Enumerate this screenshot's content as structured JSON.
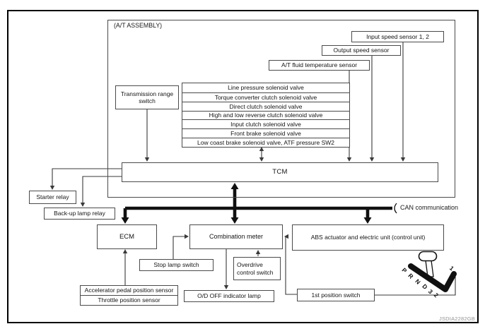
{
  "figure": {
    "code": "JSDIA2282GB"
  },
  "assembly": {
    "label": "(A/T ASSEMBLY)",
    "input_speed_sensor": "Input speed sensor 1, 2",
    "output_speed_sensor": "Output speed sensor",
    "fluid_temp_sensor": "A/T fluid temperature sensor",
    "range_switch": "Transmission range switch",
    "solenoids": [
      "Line pressure solenoid valve",
      "Torque converter clutch solenoid valve",
      "Direct clutch solenoid valve",
      "High and low reverse clutch solenoid valve",
      "Input clutch solenoid valve",
      "Front brake solenoid valve",
      "Low coast brake solenoid valve, ATF pressure SW2"
    ],
    "tcm": "TCM"
  },
  "relays": {
    "starter": "Starter relay",
    "backup_lamp": "Back-up lamp relay"
  },
  "can": {
    "label": "CAN communication"
  },
  "modules": {
    "ecm": "ECM",
    "combination_meter": "Combination meter",
    "abs_unit": "ABS actuator and electric unit (control unit)"
  },
  "inputs": {
    "stop_lamp_switch": "Stop lamp switch",
    "overdrive_control_switch": "Overdrive control switch",
    "accelerator_sensor": "Accelerator pedal position sensor",
    "throttle_sensor": "Throttle position sensor",
    "first_position_switch": "1st position switch"
  },
  "outputs": {
    "od_off_lamp": "O/D OFF indicator lamp"
  },
  "shift_lever": {
    "positions": [
      "P",
      "R",
      "N",
      "D",
      "3",
      "2"
    ],
    "end_position": "1"
  }
}
